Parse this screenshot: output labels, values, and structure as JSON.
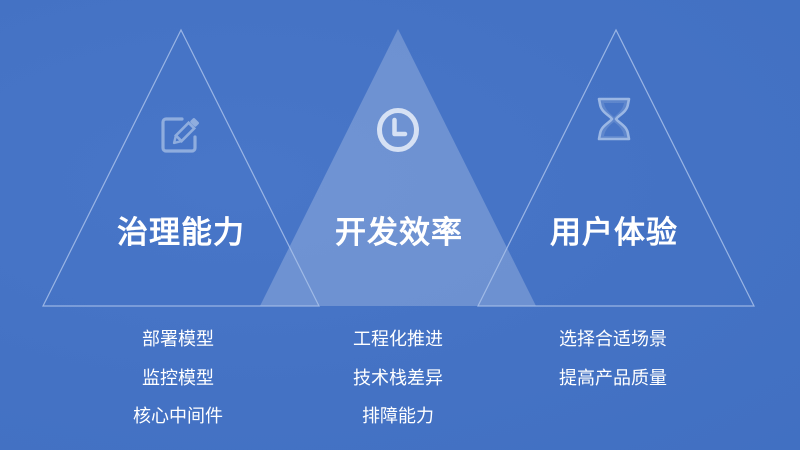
{
  "theme": {
    "background": "#4472C4",
    "triangle_outline": "#8FAEE2",
    "triangle_fill_center": "#FFFFFF",
    "icon_color": "#8FAEE2",
    "text_color": "#FFFFFF"
  },
  "pillars": [
    {
      "title": "治理能力",
      "icon": "edit-icon",
      "style": "outline",
      "items": [
        "部署模型",
        "监控模型",
        "核心中间件"
      ]
    },
    {
      "title": "开发效率",
      "icon": "clock-icon",
      "style": "filled",
      "items": [
        "工程化推进",
        "技术栈差异",
        "排障能力"
      ]
    },
    {
      "title": "用户体验",
      "icon": "hourglass-icon",
      "style": "outline",
      "items": [
        "选择合适场景",
        "提高产品质量"
      ]
    }
  ]
}
